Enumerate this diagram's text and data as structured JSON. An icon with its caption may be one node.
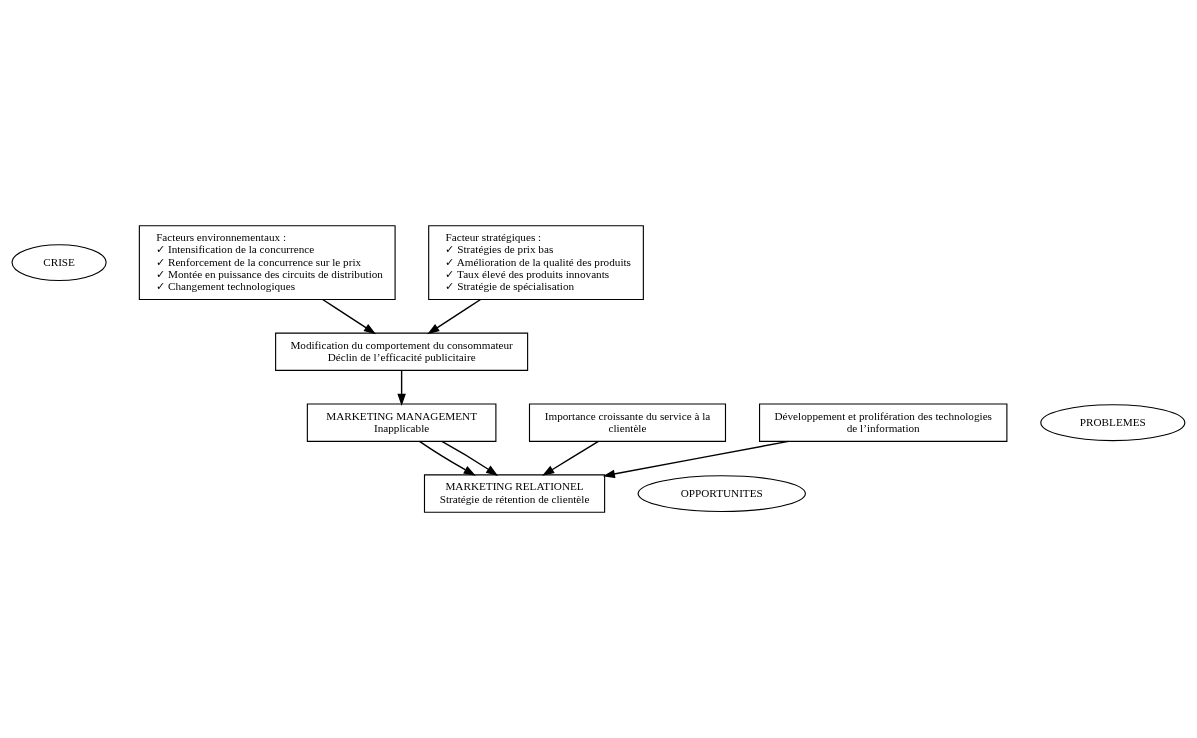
{
  "diagram": {
    "nodes": [
      {
        "text": [
          "CRISE"
        ]
      },
      {
        "text": [
          "Facteurs environnementaux :",
          "✓ Intensification de la concurrence",
          "✓ Renforcement de la concurrence sur le prix",
          "✓ Montée en puissance des circuits de distribution",
          "✓ Changement technologiques"
        ]
      },
      {
        "text": [
          "Facteur stratégiques :",
          "✓ Stratégies de prix bas",
          "✓ Amélioration de la qualité des produits",
          "✓ Taux élevé des produits innovants",
          "✓ Stratégie de spécialisation"
        ]
      },
      {
        "text": [
          "Modification du comportement du consommateur",
          "Déclin de l’efficacité publicitaire"
        ]
      },
      {
        "text": [
          "PROBLEMES"
        ]
      },
      {
        "text": [
          "MARKETING MANAGEMENT",
          "Inapplicable"
        ]
      },
      {
        "text": [
          "OPPORTUNITES"
        ]
      },
      {
        "text": [
          "MARKETING RELATIONEL",
          "Stratégie de rétention de clientèle"
        ]
      },
      {
        "text": [
          "Importance croissante du service à la clientèle"
        ]
      },
      {
        "text": [
          "Développement et prolifération des technologies de l’information"
        ]
      }
    ],
    "edges": [
      {
        "from": 1,
        "to": 3,
        "arrow": "to"
      },
      {
        "from": 2,
        "to": 3,
        "arrow": "to"
      },
      {
        "from": 3,
        "to": 5,
        "arrow": "to"
      },
      {
        "from": 5,
        "to": 7,
        "arrow": "to"
      },
      {
        "from": 5,
        "to": 7,
        "arrow": "to"
      },
      {
        "from": 8,
        "to": 7,
        "arrow": "to"
      },
      {
        "from": 9,
        "to": 7,
        "arrow": "to"
      }
    ]
  }
}
